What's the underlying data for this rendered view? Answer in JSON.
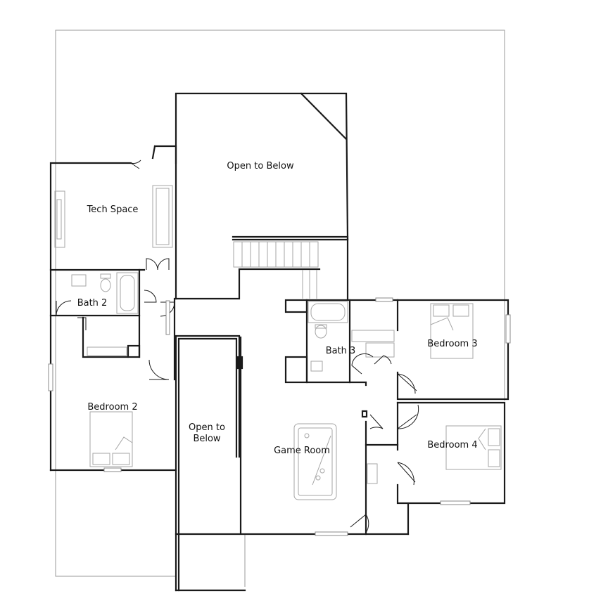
{
  "rooms": {
    "open_to_below_top": "Open to Below",
    "tech_space": "Tech Space",
    "bath_2": "Bath 2",
    "bath_3": "Bath 3",
    "bedroom_3": "Bedroom 3",
    "bedroom_2": "Bedroom 2",
    "open_to_below_left_line1": "Open to",
    "open_to_below_left_line2": "Below",
    "game_room": "Game Room",
    "bedroom_4": "Bedroom 4"
  }
}
